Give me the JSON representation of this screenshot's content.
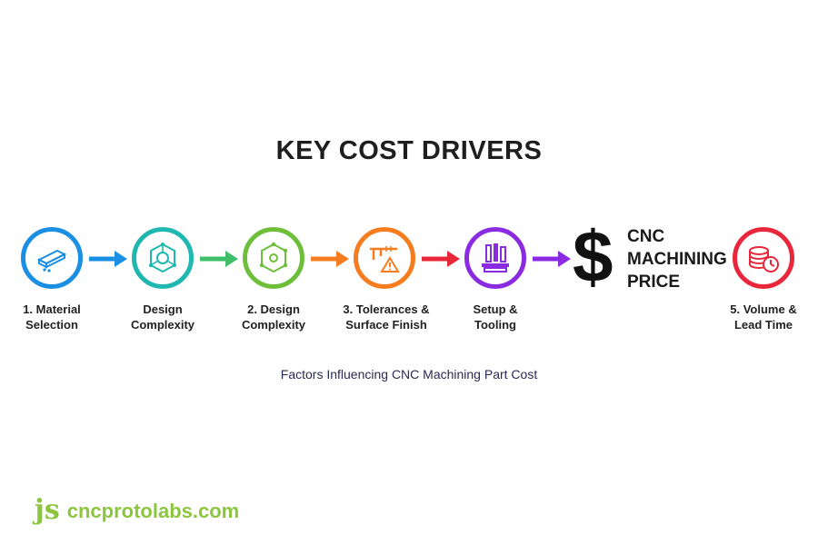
{
  "title": "KEY COST DRIVERS",
  "steps": [
    {
      "line1": "1. Material",
      "line2": "Selection",
      "color": "#1a8fe3",
      "icon": "material-block-icon"
    },
    {
      "line1": "Design",
      "line2": "Complexity",
      "color": "#1fb8b0",
      "icon": "design-network-icon"
    },
    {
      "line1": "2. Design",
      "line2": "Complexity",
      "color": "#6dbf3a",
      "icon": "design-nodes-icon"
    },
    {
      "line1": "3. Tolerances &",
      "line2": "Surface Finish",
      "color": "#f57d1f",
      "icon": "caliper-warning-icon"
    },
    {
      "line1": "Setup &",
      "line2": "Tooling",
      "color": "#8a2be2",
      "icon": "tooling-icon"
    },
    {
      "line1": "5. Volume &",
      "line2": "Lead Time",
      "color": "#e8283a",
      "icon": "stack-clock-icon"
    }
  ],
  "price": {
    "symbol": "$",
    "line1": "CNC",
    "line2": "MACHINING",
    "line3": "PRICE"
  },
  "caption": "Factors Influencing CNC Machining Part Cost",
  "brand": {
    "logo": "js",
    "domain": "cncprotolabs.com",
    "color": "#8cc63f"
  }
}
